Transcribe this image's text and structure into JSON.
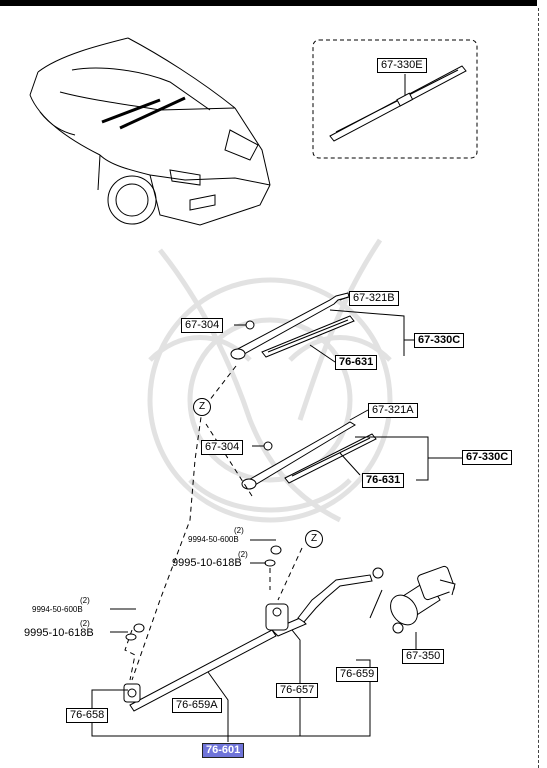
{
  "parts": {
    "blade_assy_top": "67-330E",
    "arm_upper": "67-321B",
    "nut_upper": "67-304",
    "blade_assy_upper": "67-330C",
    "refill_upper": "76-631",
    "arm_lower": "67-321A",
    "nut_lower": "67-304",
    "blade_assy_lower": "67-330C",
    "refill_lower": "76-631",
    "washer_mid": "9994-50-600B",
    "qty_washer_mid": "(2)",
    "nut_mid": "9995-10-618B",
    "qty_nut_mid": "(2)",
    "washer_left": "9994-50-600B",
    "qty_washer_left": "(2)",
    "nut_left": "9995-10-618B",
    "qty_nut_left": "(2)",
    "motor": "67-350",
    "pivot_left": "76-658",
    "link_a": "76-659A",
    "pivot_right": "76-657",
    "link_b": "76-659",
    "linkage_assy": "76-601"
  },
  "markers": {
    "z_left": "Z",
    "z_right": "Z"
  },
  "colors": {
    "highlight": "#6f74d9"
  }
}
